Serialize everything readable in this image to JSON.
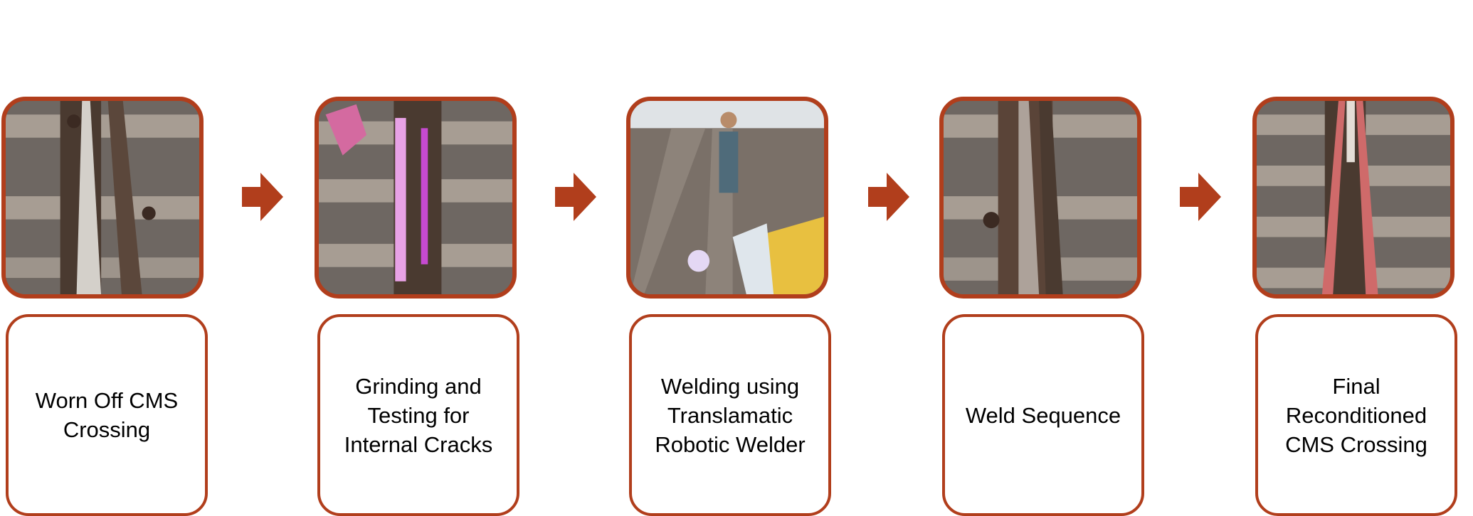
{
  "steps": [
    {
      "label": "Worn Off CMS\nCrossing"
    },
    {
      "label": "Grinding and\nTesting for\nInternal Cracks"
    },
    {
      "label": "Welding using\nTranslamatic\nRobotic Welder"
    },
    {
      "label": "Weld Sequence"
    },
    {
      "label": "Final\nReconditioned\nCMS Crossing"
    }
  ],
  "colors": {
    "accent": "#b13e1c"
  }
}
